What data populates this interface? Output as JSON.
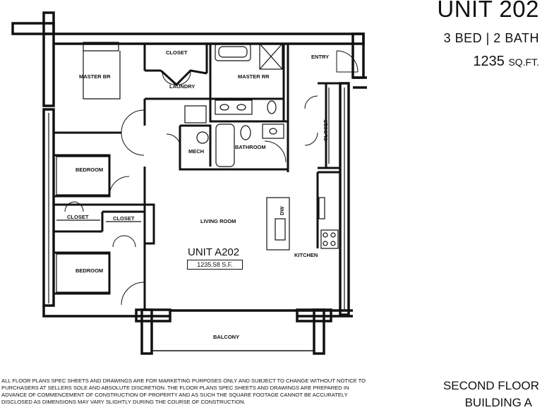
{
  "header": {
    "unit_title": "UNIT 202",
    "bed_bath": "3 BED | 2 BATH",
    "sqft_number": "1235",
    "sqft_unit": "SQ.FT."
  },
  "plan": {
    "unit_name": "UNIT A202",
    "area": "1235.58 S.F.",
    "rooms": {
      "master_br": "MASTER BR",
      "closet_top": "CLOSET",
      "laundry": "LAUNDRY",
      "master_rr": "MASTER RR",
      "entry": "ENTRY",
      "closet_entry": "CLOSET",
      "mech": "MECH",
      "bathroom": "BATHROOM",
      "bedroom_1": "BEDROOM",
      "closet_left": "CLOSET",
      "closet_mid": "CLOSET",
      "living_room": "LIVING ROOM",
      "dw": "DW",
      "kitchen": "KITCHEN",
      "bedroom_2": "BEDROOM",
      "balcony": "BALCONY"
    }
  },
  "footer": {
    "disclaimer": "ALL FLOOR PLANS SPEC SHEETS AND DRAWINGS ARE FOR MARKETING PURPOSES ONLY AND SUBJECT TO CHANGE WITHOUT NOTICE TO PURCHASERS AT SELLERS SOLE AND ABSOLUTE DISCRETION. THE FLOOR PLANS SPEC SHEETS AND DRAWINGS ARE PREPARED IN ADVANCE OF COMMENCEMENT OF CONSTRUCTION OF PROPERTY AND AS SUCH THE SQUARE FOOTAGE CANNOT BE ACCURATELY DISCLOSED AS DIMENSIONS MAY VARY SLIGHTLY DURING THE COURSE OF CONSTRUCTION.",
    "floor": "SECOND FLOOR",
    "building": "BUILDING A"
  }
}
